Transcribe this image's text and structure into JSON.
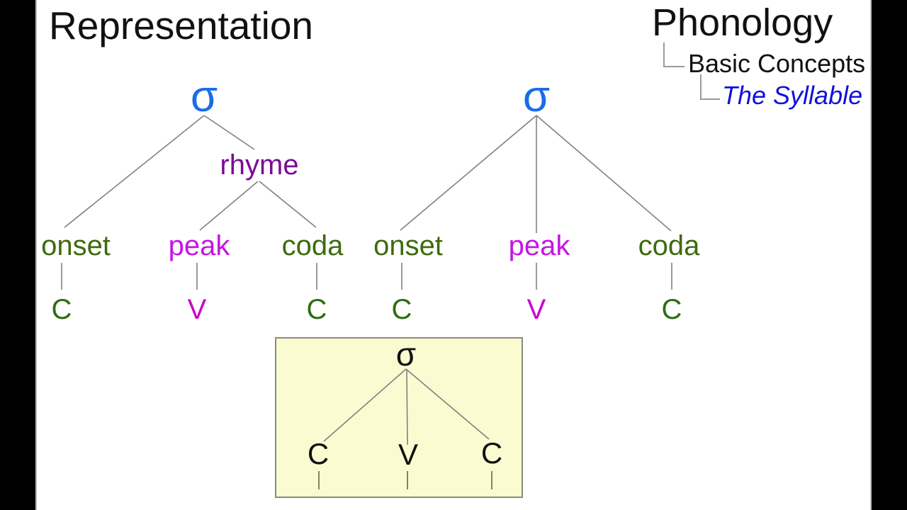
{
  "title": "Representation",
  "nav": {
    "heading": "Phonology",
    "item1": "Basic Concepts",
    "item2": "The Syllable"
  },
  "colors": {
    "sigma_blue": "#1b6ce8",
    "rhyme_purple": "#7b0c95",
    "label_green": "#3e6b0e",
    "letter_green": "#2e6e10",
    "peak_magenta": "#c316e3",
    "v_magenta": "#cc00cc",
    "nav_link_blue": "#1111dd",
    "connector_gray": "#9a9a9a",
    "line_gray": "#808080",
    "tick_olive": "#84846a",
    "box_fill": "#fbfbd2",
    "box_border": "#8b8b77"
  },
  "tree_left": {
    "root": "σ",
    "branch": "rhyme",
    "onset": "onset",
    "peak": "peak",
    "coda": "coda",
    "slot1": "C",
    "slot2": "V",
    "slot3": "C"
  },
  "tree_right": {
    "root": "σ",
    "onset": "onset",
    "peak": "peak",
    "coda": "coda",
    "slot1": "C",
    "slot2": "V",
    "slot3": "C"
  },
  "box_tree": {
    "root": "σ",
    "slot1": "C",
    "slot2": "V",
    "slot3": "C"
  }
}
